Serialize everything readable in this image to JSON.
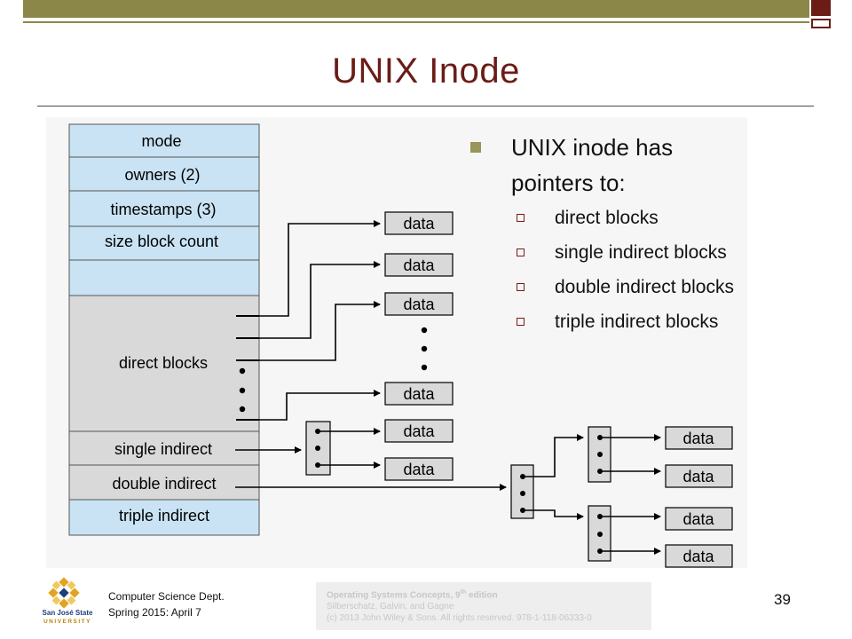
{
  "slide": {
    "title": "UNIX Inode",
    "bullet_main": "UNIX inode has pointers to:",
    "sub_bullets": [
      "direct blocks",
      "single indirect blocks",
      "double indirect blocks",
      "triple indirect blocks"
    ]
  },
  "diagram": {
    "inode_fields": [
      "mode",
      "owners (2)",
      "timestamps (3)",
      "size block count",
      "direct blocks",
      "single indirect",
      "double indirect",
      "triple indirect"
    ],
    "block_label": "data"
  },
  "footer": {
    "dept_line1": "Computer Science Dept.",
    "dept_line2": "Spring 2015: April 7",
    "book_title": "Operating Systems Concepts, 9",
    "book_title_sup": "th",
    "book_title_end": " edition",
    "authors": "Silberschatz, Galvin, and Gagne",
    "copyright": "(c) 2013 John Wiley & Sons. All rights reserved. 978-1-118-06333-0",
    "page_number": "39",
    "logo_text_1": "San José State",
    "logo_text_2": "UNIVERSITY"
  },
  "colors": {
    "title": "#6b1c17",
    "accent": "#8a8748",
    "inode_top": "#c9e3f4",
    "inode_bottom": "#d9d9d9"
  }
}
